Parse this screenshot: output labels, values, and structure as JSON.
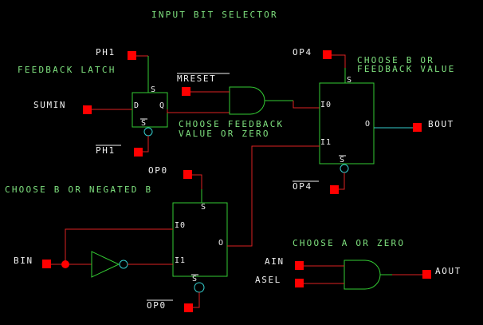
{
  "title": "INPUT BIT SELECTOR",
  "annotations": {
    "feedback_latch": "FEEDBACK LATCH",
    "choose_b_or_negated_b": "CHOOSE B OR NEGATED B",
    "choose_feedback_1": "CHOOSE FEEDBACK",
    "choose_feedback_2": "VALUE OR ZERO",
    "choose_b_or_feedback_1": "CHOOSE B OR",
    "choose_b_or_feedback_2": "FEEDBACK VALUE",
    "choose_a_or_zero": "CHOOSE A OR ZERO"
  },
  "signals": {
    "ph1": "PH1",
    "sumin": "SUMIN",
    "ph1_bar": "PH1",
    "mreset_bar": "MRESET",
    "op4": "OP4",
    "op4_bar": "OP4",
    "bout": "BOUT",
    "op0": "OP0",
    "op0_bar": "OP0",
    "bin": "BIN",
    "ain": "AIN",
    "asel": "ASEL",
    "aout": "AOUT"
  },
  "pins": {
    "latch_s": "S",
    "latch_d": "D",
    "latch_q": "Q",
    "latch_sbar": "S",
    "mux1_s": "S",
    "mux1_i0": "I0",
    "mux1_i1": "I1",
    "mux1_o": "O",
    "mux1_sbar": "S",
    "mux2_s": "S",
    "mux2_i0": "I0",
    "mux2_i1": "I1",
    "mux2_o": "O",
    "mux2_sbar": "S"
  },
  "colors": {
    "background": "#000000",
    "component": "#33cc33",
    "wire_red": "#dd2222",
    "wire_cyan": "#33cccc",
    "pad": "#ff0000",
    "annotation": "#7ee07e",
    "label": "#f0f0f0"
  }
}
